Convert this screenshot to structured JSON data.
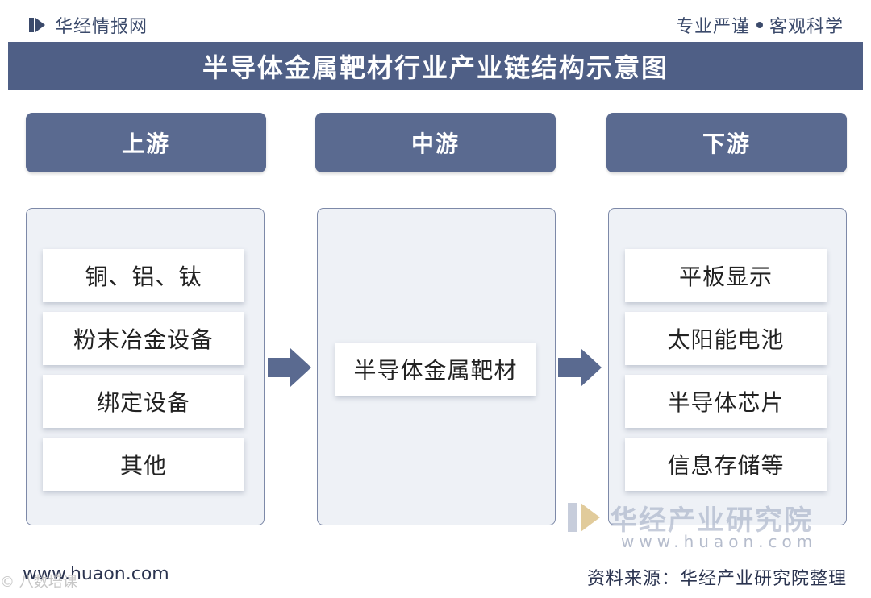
{
  "header": {
    "brand_name": "华经情报网",
    "slogan_left": "专业严谨",
    "slogan_right": "客观科学"
  },
  "title": "半导体金属靶材行业产业链结构示意图",
  "columns": {
    "upstream": {
      "label": "上游",
      "items": [
        "铜、铝、钛",
        "粉末冶金设备",
        "绑定设备",
        "其他"
      ]
    },
    "midstream": {
      "label": "中游",
      "items": [
        "半导体金属靶材"
      ]
    },
    "downstream": {
      "label": "下游",
      "items": [
        "平板显示",
        "太阳能电池",
        "半导体芯片",
        "信息存储等"
      ]
    }
  },
  "watermark": {
    "brand": "华经产业研究院",
    "url": "www.huaon.com",
    "corner": "© 八数培课"
  },
  "footer": {
    "website": "www.huaon.com",
    "source": "资料来源：华经产业研究院整理"
  },
  "colors": {
    "title_bar": "#4f5f86",
    "column_header": "#5a6a90",
    "panel_bg": "#eef1f6",
    "arrow": "#5a6a90"
  },
  "icons": [
    "brand-logo-icon",
    "arrow-right-icon"
  ]
}
